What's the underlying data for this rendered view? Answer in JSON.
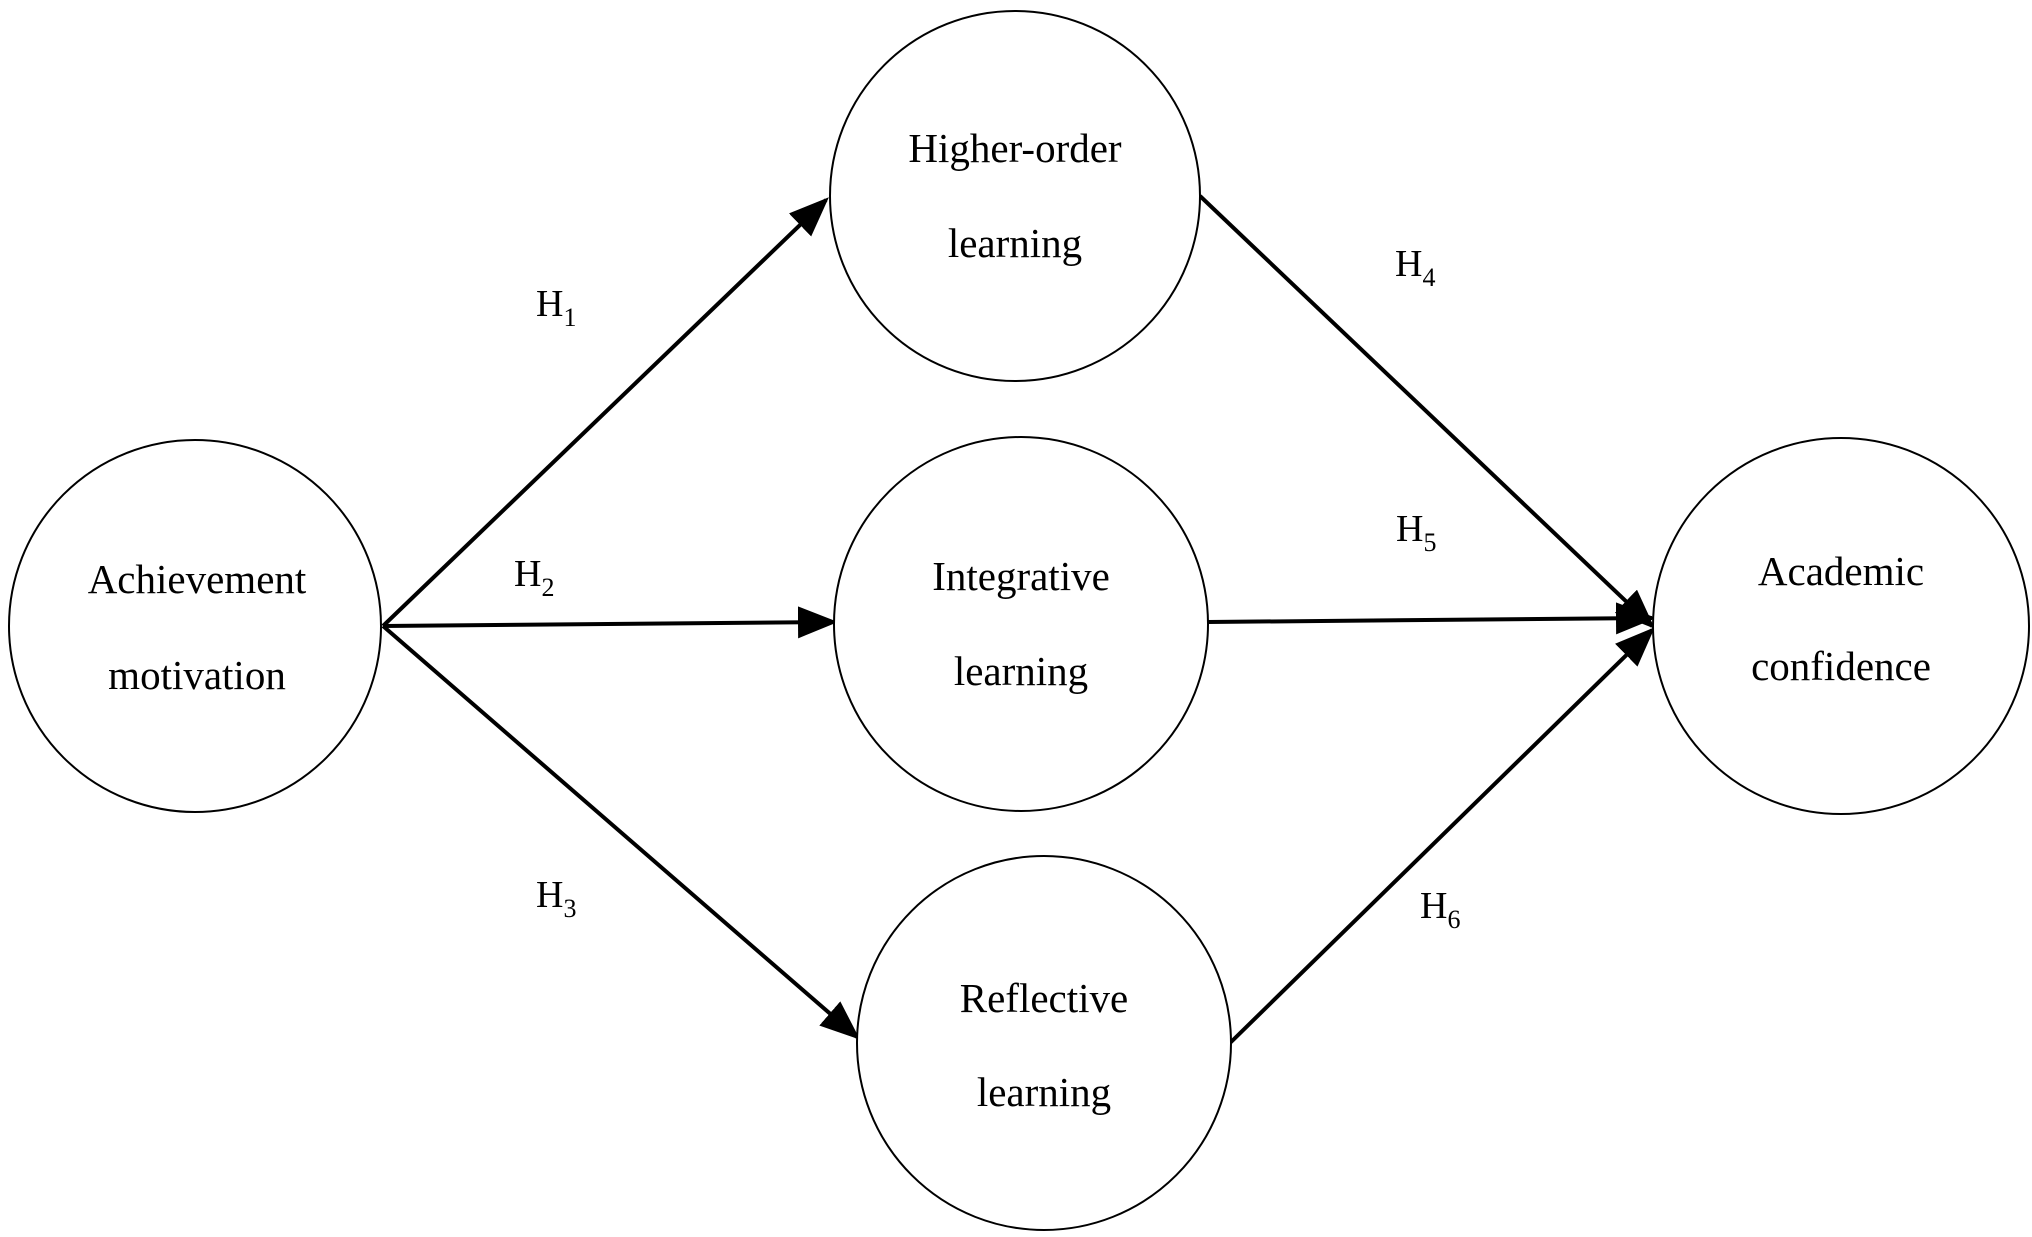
{
  "nodes": {
    "achievement": {
      "line1": "Achievement",
      "line2": "motivation"
    },
    "higher_order": {
      "line1": "Higher-order",
      "line2": "learning"
    },
    "integrative": {
      "line1": "Integrative",
      "line2": "learning"
    },
    "reflective": {
      "line1": "Reflective",
      "line2": "learning"
    },
    "academic": {
      "line1": "Academic",
      "line2": "confidence"
    }
  },
  "hypotheses": {
    "h1": {
      "letter": "H",
      "sub": "1"
    },
    "h2": {
      "letter": "H",
      "sub": "2"
    },
    "h3": {
      "letter": "H",
      "sub": "3"
    },
    "h4": {
      "letter": "H",
      "sub": "4"
    },
    "h5": {
      "letter": "H",
      "sub": "5"
    },
    "h6": {
      "letter": "H",
      "sub": "6"
    }
  },
  "colors": {
    "stroke": "#000000",
    "background": "#ffffff"
  }
}
